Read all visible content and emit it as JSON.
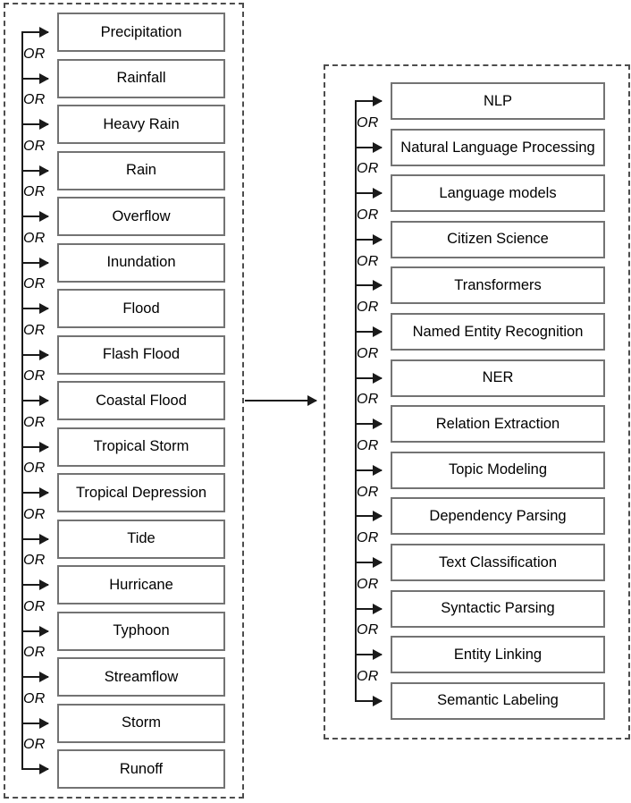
{
  "diagram": {
    "connector_label": "",
    "or_label": "OR",
    "groups": [
      {
        "id": "left",
        "name": "flood-terms-group",
        "items": [
          {
            "label": "Precipitation"
          },
          {
            "label": "Rainfall"
          },
          {
            "label": "Heavy Rain"
          },
          {
            "label": "Rain"
          },
          {
            "label": "Overflow"
          },
          {
            "label": "Inundation"
          },
          {
            "label": "Flood"
          },
          {
            "label": "Flash Flood"
          },
          {
            "label": "Coastal Flood"
          },
          {
            "label": "Tropical Storm"
          },
          {
            "label": "Tropical Depression"
          },
          {
            "label": "Tide"
          },
          {
            "label": "Hurricane"
          },
          {
            "label": "Typhoon"
          },
          {
            "label": "Streamflow"
          },
          {
            "label": "Storm"
          },
          {
            "label": "Runoff"
          }
        ]
      },
      {
        "id": "right",
        "name": "nlp-terms-group",
        "items": [
          {
            "label": "NLP"
          },
          {
            "label": "Natural Language Processing",
            "lines": 2
          },
          {
            "label": "Language models"
          },
          {
            "label": "Citizen Science"
          },
          {
            "label": "Transformers"
          },
          {
            "label": "Named Entity Recognition"
          },
          {
            "label": "NER"
          },
          {
            "label": "Relation Extraction"
          },
          {
            "label": "Topic Modeling"
          },
          {
            "label": "Dependency Parsing"
          },
          {
            "label": "Text Classification"
          },
          {
            "label": "Syntactic Parsing"
          },
          {
            "label": "Entity Linking"
          },
          {
            "label": "Semantic Labeling"
          }
        ]
      }
    ]
  },
  "colors": {
    "box_border": "#737373",
    "group_border": "#4d4d4d",
    "line": "#1a1a1a",
    "text": "#000000",
    "background": "#ffffff"
  }
}
